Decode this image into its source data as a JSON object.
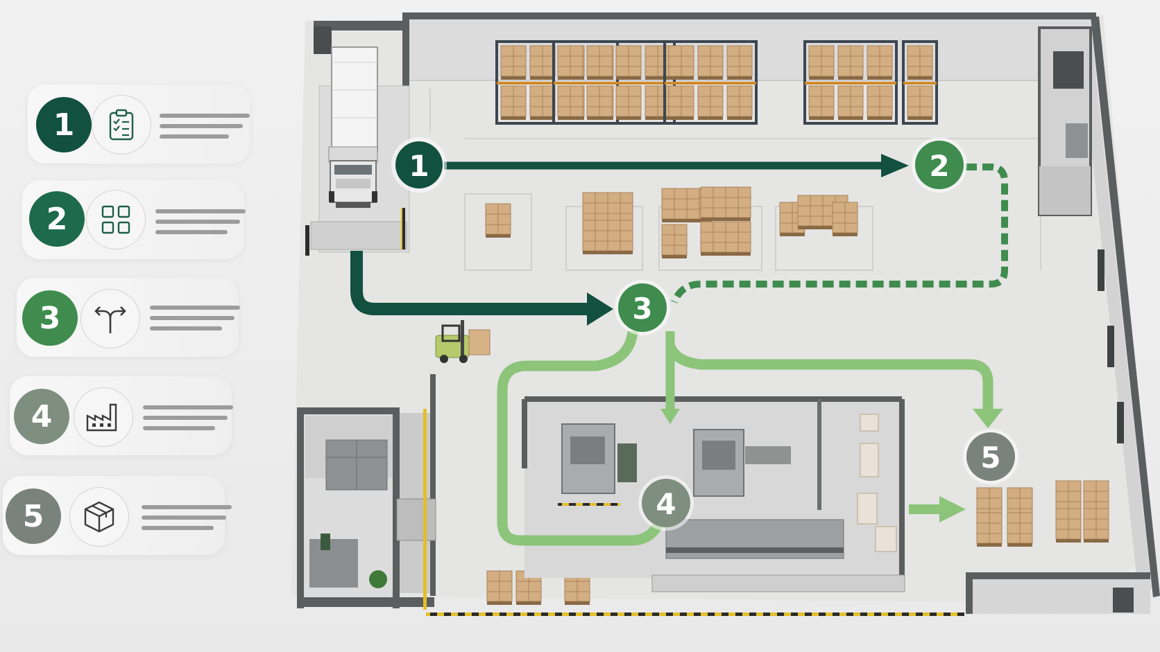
{
  "legend": {
    "steps": [
      {
        "number": "1",
        "icon": "clipboard-checklist-icon",
        "color": "#12503f"
      },
      {
        "number": "2",
        "icon": "grid-storage-icon",
        "color": "#1d6a4c"
      },
      {
        "number": "3",
        "icon": "split-arrow-icon",
        "color": "#3f8c4e"
      },
      {
        "number": "4",
        "icon": "factory-icon",
        "color": "#7f8f7f"
      },
      {
        "number": "5",
        "icon": "package-box-icon",
        "color": "#7a837b"
      }
    ]
  },
  "flow_markers": [
    {
      "number": "1",
      "color": "#12503f"
    },
    {
      "number": "2",
      "color": "#3f8c4e"
    },
    {
      "number": "3",
      "color": "#3f8c4e"
    },
    {
      "number": "4",
      "color": "#7f8f7f"
    },
    {
      "number": "5",
      "color": "#7a837b"
    }
  ],
  "colors": {
    "dark_green": "#12503f",
    "mid_green": "#3f8c4e",
    "light_green": "#7fbf6c",
    "wall": "#5b5e5f",
    "floor": "#e7e7e6"
  }
}
